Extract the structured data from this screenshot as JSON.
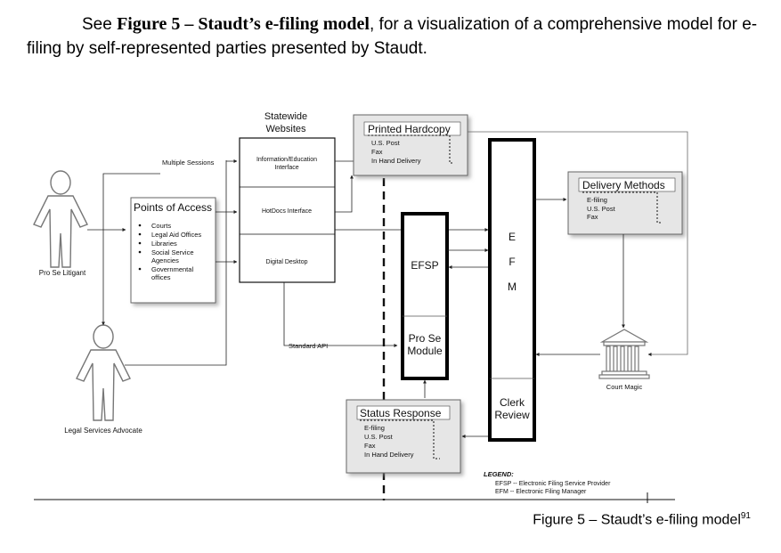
{
  "intro": {
    "prefix": "See ",
    "figure_ref": "Figure 5 – Staudt’s e-filing model",
    "suffix": ", for a visualization of a comprehensive model for e-filing by self-represented parties presented by Staudt."
  },
  "diagram": {
    "actors": {
      "litigant": "Pro Se Litigant",
      "advocate": "Legal Services Advocate",
      "court": "Court Magic"
    },
    "points_of_access": {
      "title": "Points of Access",
      "items": [
        "Courts",
        "Legal Aid Offices",
        "Libraries",
        "Social Service",
        "Agencies",
        "Governmental",
        "offices"
      ]
    },
    "multiple_sessions": "Multiple Sessions",
    "statewide": {
      "title_line1": "Statewide",
      "title_line2": "Websites",
      "info_line1": "Information/Education",
      "info_line2": "Interface",
      "hotdocs": "HotDocs Interface",
      "digital": "Digital Desktop"
    },
    "standard_api": "Standard API",
    "printed": {
      "title": "Printed Hardcopy",
      "items": [
        "U.S. Post",
        "Fax",
        "In Hand Delivery"
      ]
    },
    "efsp": {
      "label": "EFSP",
      "module_line1": "Pro Se",
      "module_line2": "Module"
    },
    "efm": {
      "letters": [
        "E",
        "F",
        "M"
      ],
      "clerk_line1": "Clerk",
      "clerk_line2": "Review"
    },
    "delivery": {
      "title": "Delivery Methods",
      "items": [
        "E-filing",
        "U.S. Post",
        "Fax"
      ]
    },
    "status": {
      "title": "Status Response",
      "items": [
        "E-filing",
        "U.S. Post",
        "Fax",
        "In Hand Delivery"
      ]
    },
    "legend": {
      "title": "LEGEND:",
      "items": [
        "EFSP -- Electronic Filing Service Provider",
        "EFM -- Electronic Filing Manager"
      ]
    }
  },
  "caption": {
    "text": "Figure 5 – Staudt’s e-filing model",
    "footnote": "91"
  }
}
